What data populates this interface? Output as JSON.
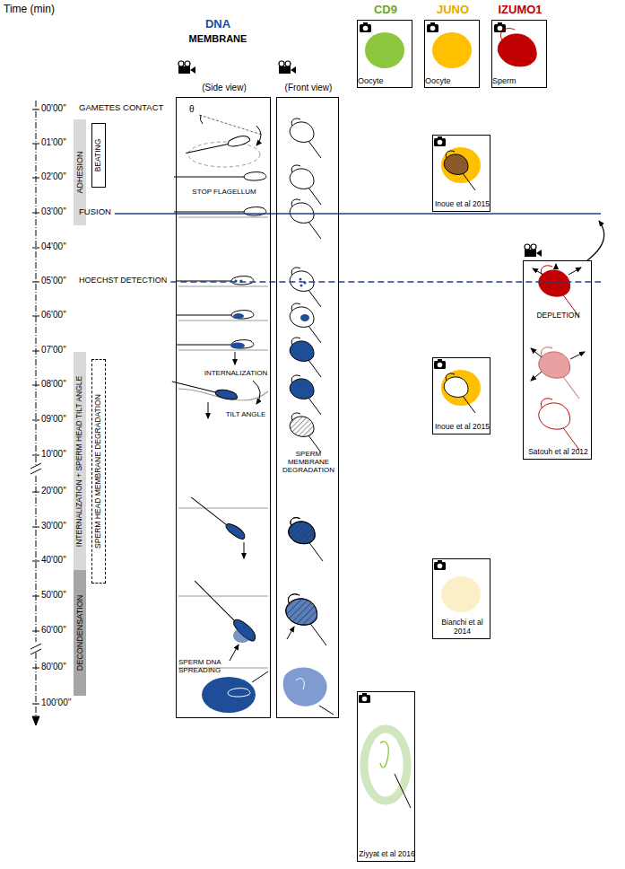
{
  "diagram": {
    "nodes": [
      {
        "text": [
          "CD9",
          "Oocyte"
        ]
      },
      {
        "text": [
          "JUNO",
          "Oocyte"
        ]
      },
      {
        "text": [
          "IZUMO1",
          "Sperm"
        ]
      },
      {
        "text": [
          "ADHESION"
        ]
      },
      {
        "text": [
          "BEATING"
        ]
      },
      {
        "text": [
          "INTERNALIZATION + SPERM HEAD TILT ANGLE"
        ]
      },
      {
        "text": [
          "DECONDENSATION"
        ]
      },
      {
        "text": [
          "SPERM HEAD MEMBRANE DEGRADATION"
        ]
      },
      {
        "text": [
          "(Side view)",
          "STOP FLAGELLUM",
          "INTERNALIZATION",
          "TILT ANGLE",
          "SPERM DNA SPREADING"
        ]
      },
      {
        "text": [
          "(Front view)",
          "SPERM MEMBRANE DEGRADATION"
        ]
      },
      {
        "text": [
          "Inoue et al 2015"
        ]
      },
      {
        "text": [
          "DEPLETION",
          "Satouh et al 2012"
        ]
      },
      {
        "text": [
          "Inoue et al 2015"
        ]
      },
      {
        "text": [
          "Bianchi et al 2014"
        ]
      },
      {
        "text": [
          "Ziyyat et al 2016"
        ]
      }
    ],
    "labels": [
      "Time (min)",
      "DNA",
      "MEMBRANE",
      "00'00''",
      "01'00''",
      "02'00''",
      "03'00''",
      "04'00''",
      "05'00''",
      "06'00''",
      "07'00''",
      "08'00''",
      "09'00''",
      "10'00''",
      "20'00''",
      "30'00''",
      "40'00''",
      "50'00''",
      "60'00''",
      "80'00''",
      "100'00''",
      "GAMETES CONTACT",
      "FUSION",
      "HOECHST DETECTION",
      "θ"
    ]
  }
}
